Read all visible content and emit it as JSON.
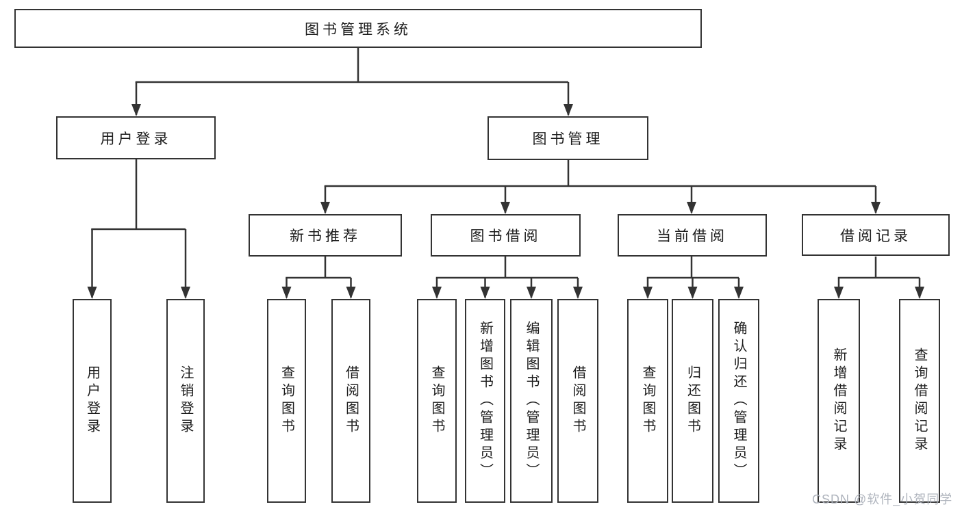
{
  "nodes": {
    "root": {
      "label": "图书管理系统"
    },
    "login": {
      "label": "用户登录"
    },
    "manage": {
      "label": "图书管理"
    },
    "recommend": {
      "label": "新书推荐"
    },
    "borrow": {
      "label": "图书借阅"
    },
    "current": {
      "label": "当前借阅"
    },
    "record": {
      "label": "借阅记录"
    }
  },
  "leaves": [
    {
      "label": "用户登录"
    },
    {
      "label": "注销登录"
    },
    {
      "label": "查询图书"
    },
    {
      "label": "借阅图书"
    },
    {
      "label": "查询图书"
    },
    {
      "label": "新增图书（管理员）"
    },
    {
      "label": "编辑图书（管理员）"
    },
    {
      "label": "借阅图书"
    },
    {
      "label": "查询图书"
    },
    {
      "label": "归还图书"
    },
    {
      "label": "确认归还（管理员）"
    },
    {
      "label": "新增借阅记录"
    },
    {
      "label": "查询借阅记录"
    }
  ],
  "watermark": {
    "text": "CSDN @软件_小贺同学"
  },
  "colors": {
    "line": "#333333",
    "text": "#1c1c1c",
    "watermark": "#abb0b9",
    "background": "#ffffff"
  }
}
